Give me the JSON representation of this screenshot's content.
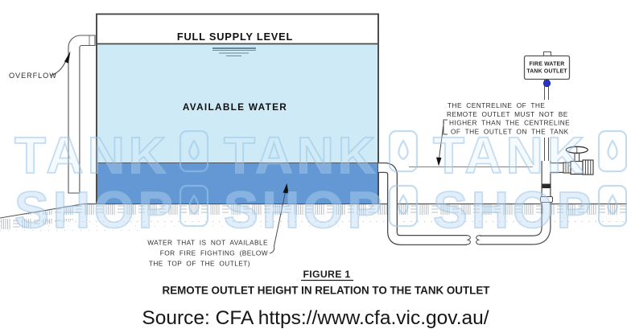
{
  "diagram": {
    "tank": {
      "full_supply_label": "FULL SUPPLY LEVEL",
      "available_water_label": "AVAILABLE WATER"
    },
    "overflow_label": "OVERFLOW",
    "sign": {
      "line1": "FIRE WATER",
      "line2": "TANK OUTLET"
    },
    "centreline_note": {
      "line1": "THE CENTRELINE OF THE",
      "line2": "REMOTE OUTLET MUST NOT BE",
      "line3": "HIGHER THAN THE CENTRELINE",
      "line4": "OF THE OUTLET ON THE TANK"
    },
    "unavailable_note": {
      "line1": "WATER THAT IS NOT AVAILABLE",
      "line2": "FOR FIRE FIGHTING (BELOW",
      "line3": "THE TOP OF THE OUTLET)"
    },
    "figure_label": "FIGURE 1",
    "caption": "REMOTE OUTLET HEIGHT IN RELATION TO THE TANK OUTLET"
  },
  "watermark": {
    "word_top": "TANK",
    "word_bottom": "SHOP"
  },
  "source_line": "Source: CFA https://www.cfa.vic.gov.au/",
  "colors": {
    "available_water": "#cdeaf6",
    "unavailable_water": "#6498d4",
    "sign_dot": "#2433cf",
    "watermark_stroke": "#9cc6e8",
    "watermark_fill_top": "rgba(214,234,249,0.45)",
    "watermark_fill_bottom": "rgba(186,216,241,0.70)"
  }
}
